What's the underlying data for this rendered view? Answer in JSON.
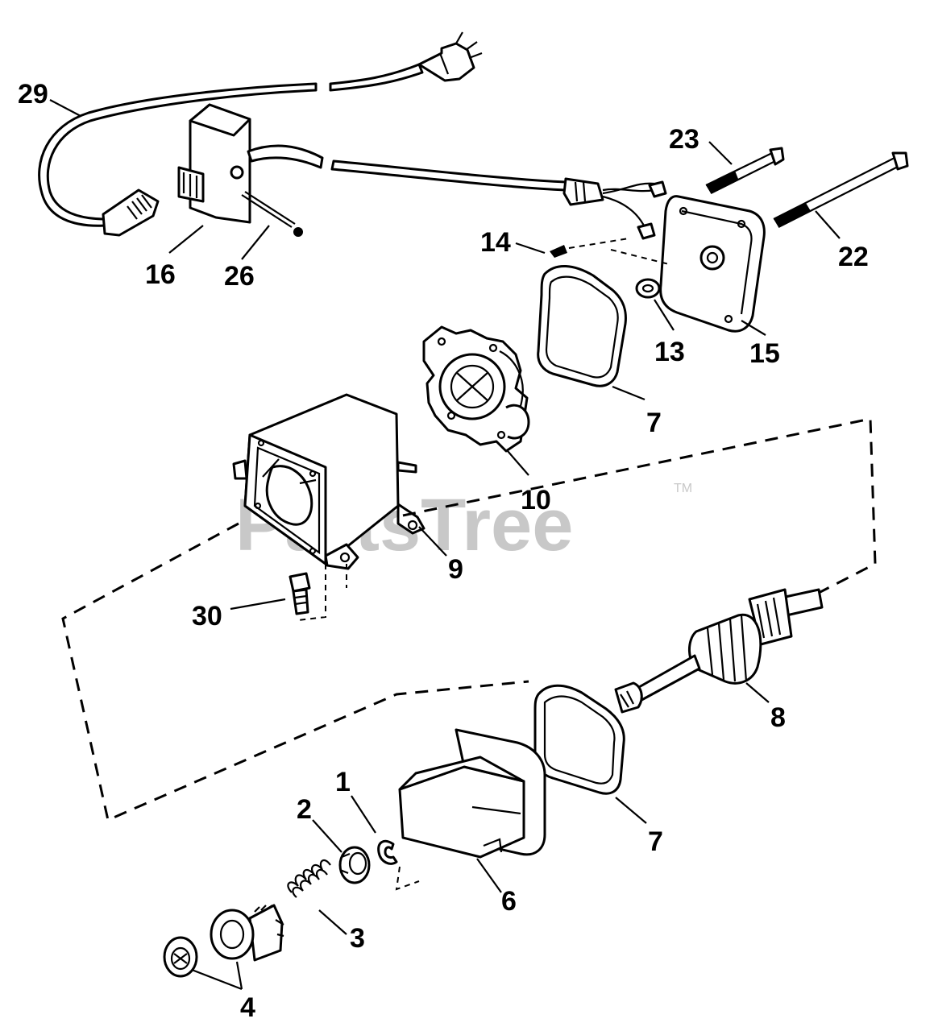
{
  "watermark": {
    "text": "PartsTree",
    "trademark": "TM"
  },
  "callouts": {
    "p1": "1",
    "p2": "2",
    "p3": "3",
    "p4": "4",
    "p6": "6",
    "p7a": "7",
    "p7b": "7",
    "p8": "8",
    "p9": "9",
    "p10": "10",
    "p13": "13",
    "p14": "14",
    "p15": "15",
    "p16": "16",
    "p22": "22",
    "p23": "23",
    "p26": "26",
    "p29": "29",
    "p30": "30"
  }
}
